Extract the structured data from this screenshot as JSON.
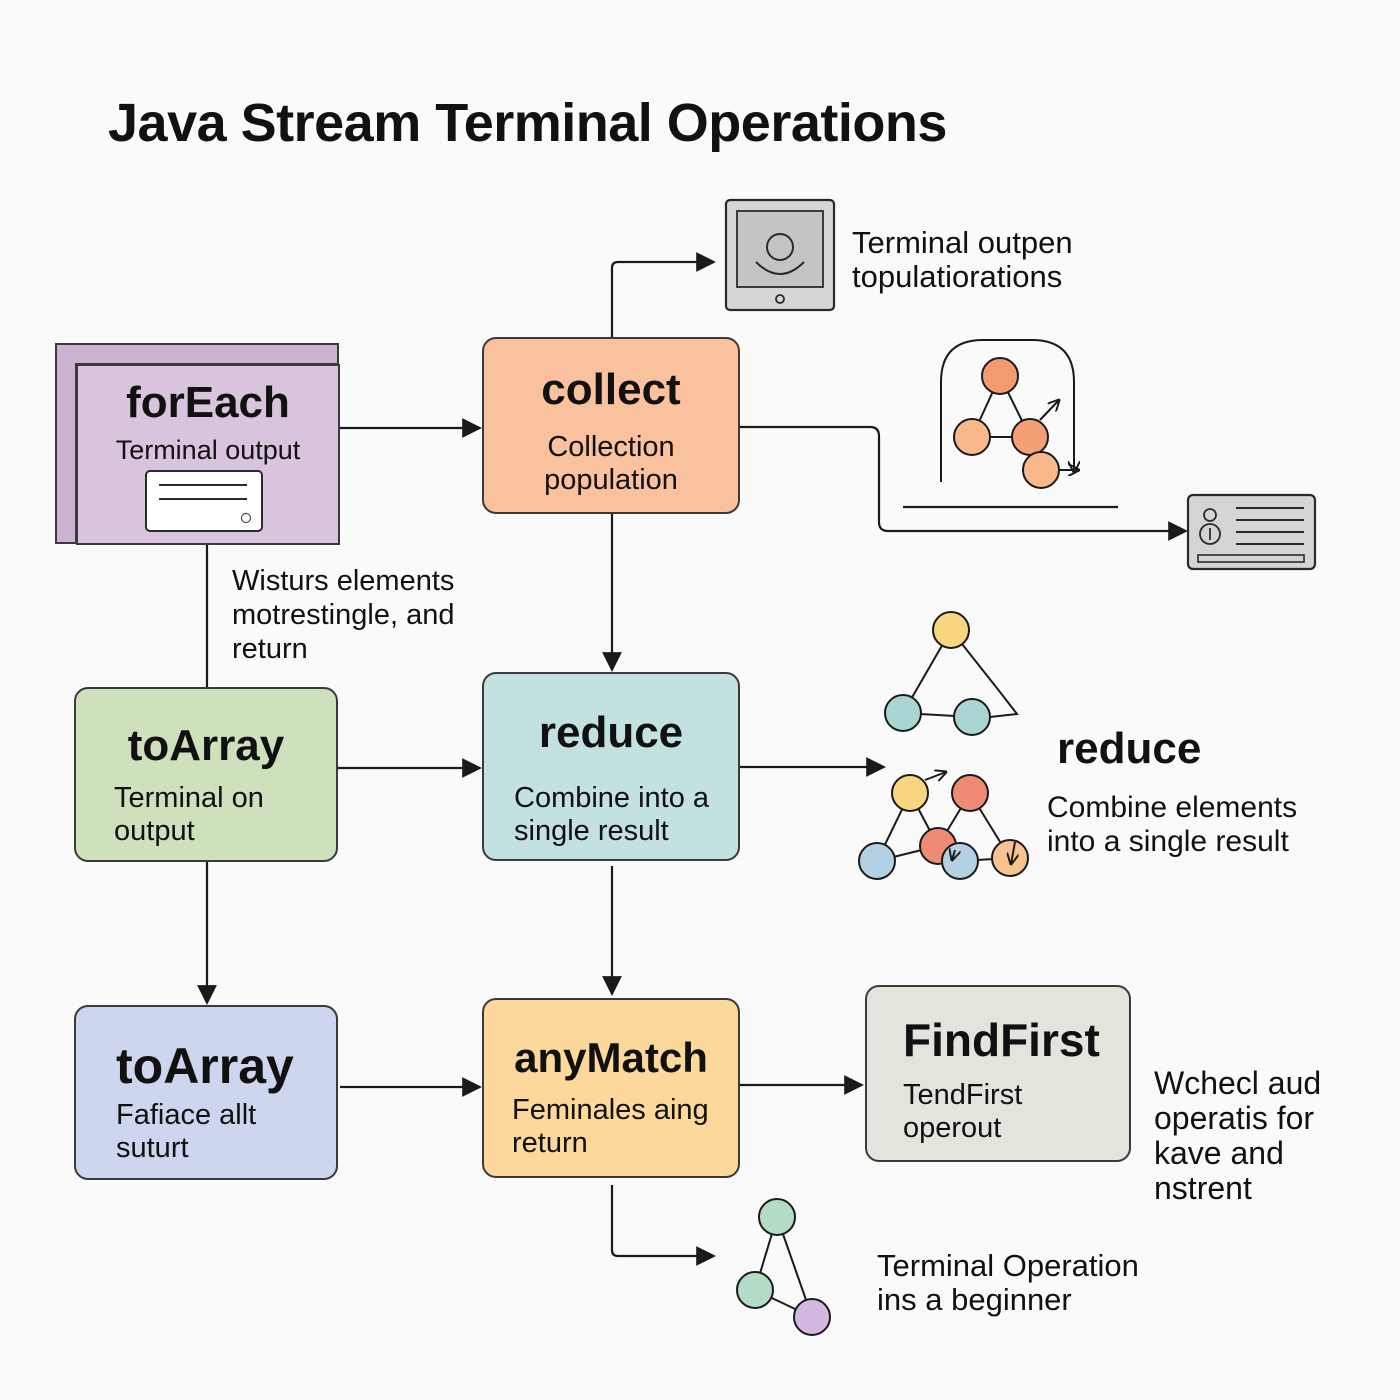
{
  "title": "Java Stream Terminal Operations",
  "colors": {
    "purple": "#d9c4dd",
    "orange": "#f9c19d",
    "green": "#cfe0bd",
    "teal": "#c3e1e0",
    "blue": "#cdd6ee",
    "yellow": "#fcd89a",
    "gray": "#e4e4dc",
    "line": "#1a1a1a",
    "node_orange": "#f39a72",
    "node_peach": "#f7c38e",
    "node_yellow": "#f8d67f",
    "node_teal": "#a9d6d3",
    "node_blue": "#b4d0e3",
    "node_red": "#ef8a74",
    "node_mint": "#b3dcc6",
    "node_lilac": "#d5b8e2"
  },
  "boxes": {
    "foreach": {
      "title": "forEach",
      "subtitle": "Terminal output"
    },
    "collect": {
      "title": "collect",
      "subtitle": "Collection\npopulation"
    },
    "toarray_green": {
      "title": "toArray",
      "subtitle": "Terminal on\noutput"
    },
    "reduce": {
      "title": "reduce",
      "subtitle": "Combine into a\nsingle result"
    },
    "toarray_blue": {
      "title": "toArray",
      "subtitle": "Fafiace allt\nsuturt"
    },
    "anymatch": {
      "title": "anyMatch",
      "subtitle": "Feminales aing\nreturn"
    },
    "findfirst": {
      "title": "FindFirst",
      "subtitle": "TendFirst\noperout"
    }
  },
  "notes": {
    "terminal_output": "Terminal outpen\ntopulatiorations",
    "elements": "Wisturs elements\nmotrestingle, and\nreturn",
    "reduce_title": "reduce",
    "reduce_desc": "Combine elements\ninto a single result",
    "check": "Wchecl aud\noperatis for\nkave and\nnstrent",
    "beginner": "Terminal Operation\nins a beginner"
  },
  "icons": [
    "tablet-icon",
    "form-card-icon",
    "id-card-icon",
    "graph-icon"
  ]
}
